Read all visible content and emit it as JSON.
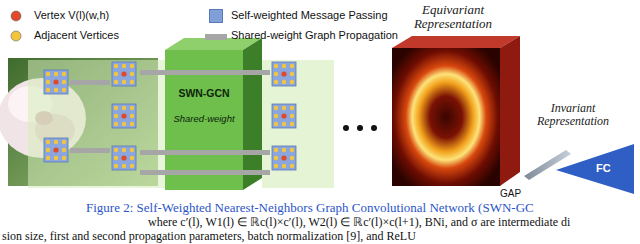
{
  "diagram": {
    "caption": "Figure 2: Self-Weighted Nearest-Neighbors Graph Convolutional Network (SWN-GC",
    "nodes": [
      {
        "text": [
          "SWN-GCN",
          "Shared-weight"
        ]
      },
      {
        "text": [
          "Equivariant Representation"
        ]
      },
      {
        "text": [
          "Invariant Representation"
        ]
      },
      {
        "text": [
          "FC"
        ]
      }
    ],
    "labels": [
      "GAP",
      "where c′(l), W1(l) ∈ ℝc(l)×c′(l), W2(l) ∈ ℝc′(l)×c(l+1), BNi, and σ are intermediate di",
      "sion size, first and second propagation parameters, batch normalization [9], and ReLU"
    ],
    "legend": [
      {
        "text": "Vertex V(l)(w,h)"
      },
      {
        "text": "Adjacent Vertices"
      },
      {
        "text": "Self-weighted Message Passing",
        "color": "#7f9fd8"
      },
      {
        "text": "Shared-weight Graph Propagation",
        "color": "#a6a6a6"
      }
    ]
  }
}
